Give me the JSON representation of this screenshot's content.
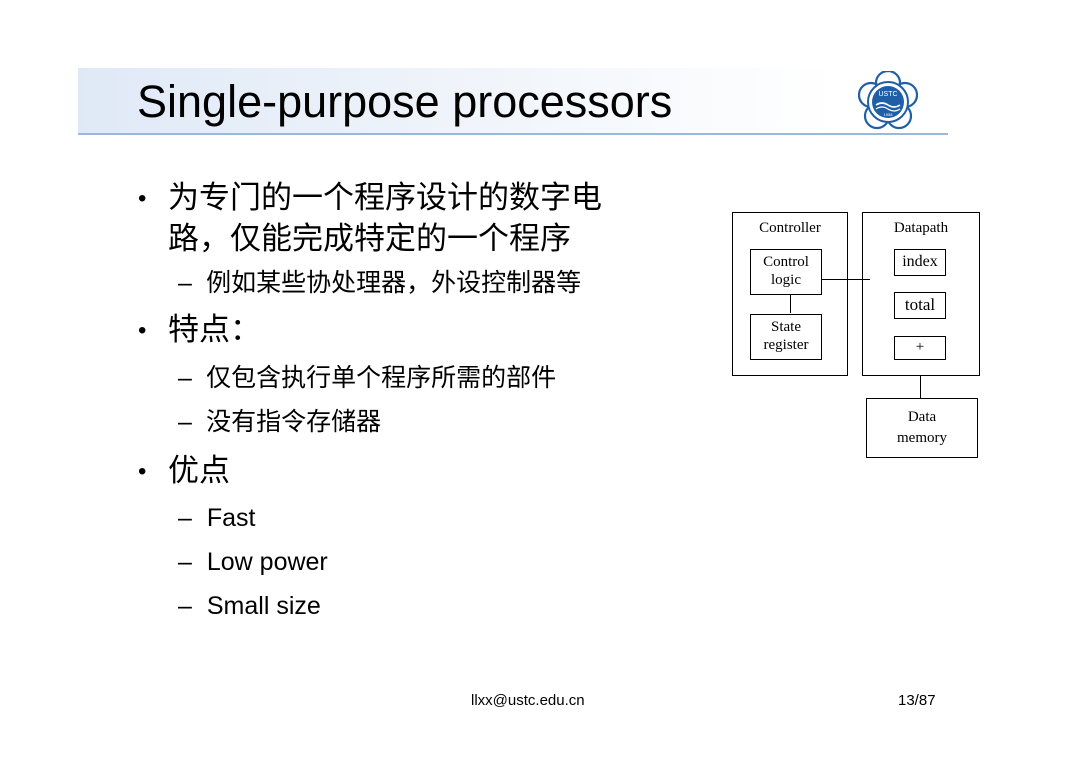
{
  "slide": {
    "title": "Single-purpose processors",
    "bullets": [
      {
        "line1": "为专门的一个程序设计的数字电",
        "line2": "路，仅能完成特定的一个程序",
        "sub": [
          "例如某些协处理器，外设控制器等"
        ]
      },
      {
        "line1": "特点：",
        "sub": [
          "仅包含执行单个程序所需的部件",
          "没有指令存储器"
        ]
      },
      {
        "line1": "优点",
        "sub": [
          "Fast",
          "Low power",
          "Small size"
        ]
      }
    ],
    "bullet_glyph": "•",
    "dash_glyph": "–"
  },
  "diagram": {
    "controller_label": "Controller",
    "datapath_label": "Datapath",
    "control_logic_line1": "Control",
    "control_logic_line2": "logic",
    "state_register_line1": "State",
    "state_register_line2": "register",
    "index_label": "index",
    "total_label": "total",
    "plus_label": "+",
    "data_memory_line1": "Data",
    "data_memory_line2": "memory"
  },
  "logo": {
    "text_top": "USTC",
    "text_mid": "中国科大",
    "text_year": "1958",
    "color": "#1f5fa8"
  },
  "footer": {
    "email": "llxx@ustc.edu.cn",
    "page": "13/87"
  }
}
